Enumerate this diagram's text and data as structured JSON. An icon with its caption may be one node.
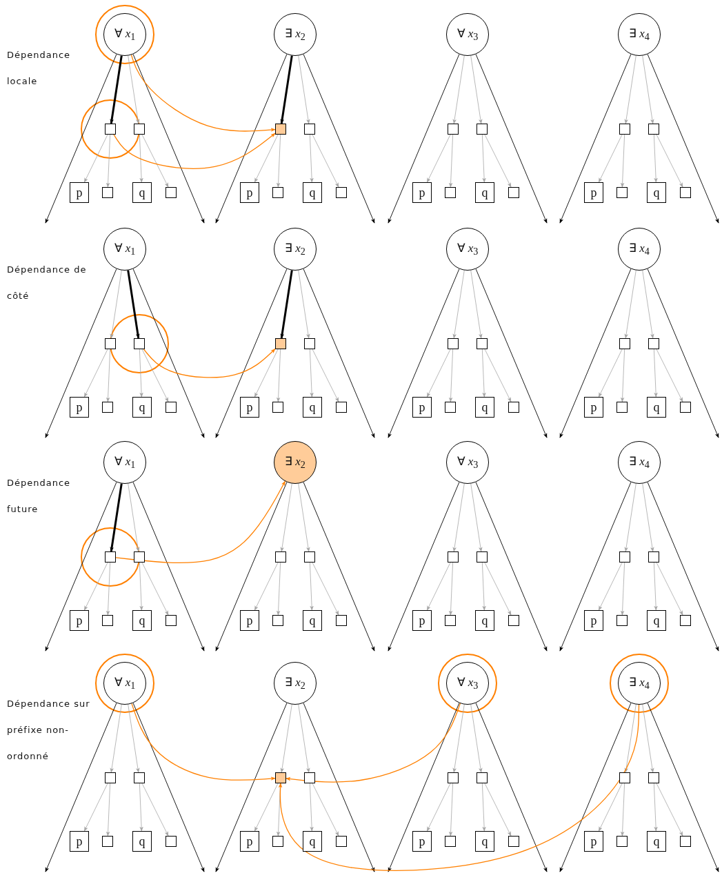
{
  "diagram": {
    "nodes": [
      {
        "text": [
          "∀ *x*$_{1}$"
        ]
      },
      {
        "text": [],
        "shape": "box"
      },
      {
        "text": [],
        "shape": "box"
      },
      {
        "text": [
          "p"
        ]
      },
      {
        "text": [],
        "shape": "box"
      },
      {
        "text": [
          "q"
        ]
      },
      {
        "text": [],
        "shape": "box"
      },
      {
        "text": [
          "∃ *x*$_{2}$"
        ]
      },
      {
        "text": [],
        "shape": "box"
      },
      {
        "text": [],
        "shape": "box"
      },
      {
        "text": [
          "p"
        ]
      },
      {
        "text": [],
        "shape": "box"
      },
      {
        "text": [
          "q"
        ]
      },
      {
        "text": [],
        "shape": "box"
      },
      {
        "text": [
          "∀ *x*$_{3}$"
        ]
      },
      {
        "text": [],
        "shape": "box"
      },
      {
        "text": [],
        "shape": "box"
      },
      {
        "text": [
          "p"
        ]
      },
      {
        "text": [],
        "shape": "box"
      },
      {
        "text": [
          "q"
        ]
      },
      {
        "text": [],
        "shape": "box"
      },
      {
        "text": [
          "∃ *x*$_{4}$"
        ]
      },
      {
        "text": [],
        "shape": "box"
      },
      {
        "text": [],
        "shape": "box"
      },
      {
        "text": [
          "p"
        ]
      },
      {
        "text": [],
        "shape": "box"
      },
      {
        "text": [
          "q"
        ]
      },
      {
        "text": [],
        "shape": "box"
      },
      {
        "text": [
          "∀ *x*$_{1}$"
        ]
      },
      {
        "text": [],
        "shape": "box"
      },
      {
        "text": [],
        "shape": "box"
      },
      {
        "text": [
          "p"
        ]
      },
      {
        "text": [],
        "shape": "box"
      },
      {
        "text": [
          "q"
        ]
      },
      {
        "text": [],
        "shape": "box"
      },
      {
        "text": [
          "∃ *x*$_{2}$"
        ]
      },
      {
        "text": [],
        "shape": "box"
      },
      {
        "text": [],
        "shape": "box"
      },
      {
        "text": [
          "p"
        ]
      },
      {
        "text": [],
        "shape": "box"
      },
      {
        "text": [
          "q"
        ]
      },
      {
        "text": [],
        "shape": "box"
      },
      {
        "text": [
          "∀ *x*$_{3}$"
        ]
      },
      {
        "text": [],
        "shape": "box"
      },
      {
        "text": [],
        "shape": "box"
      },
      {
        "text": [
          "p"
        ]
      },
      {
        "text": [],
        "shape": "box"
      },
      {
        "text": [
          "q"
        ]
      },
      {
        "text": [],
        "shape": "box"
      },
      {
        "text": [
          "∃ *x*$_{4}$"
        ]
      },
      {
        "text": [],
        "shape": "box"
      },
      {
        "text": [],
        "shape": "box"
      },
      {
        "text": [
          "p"
        ]
      },
      {
        "text": [],
        "shape": "box"
      },
      {
        "text": [
          "q"
        ]
      },
      {
        "text": [],
        "shape": "box"
      },
      {
        "text": [
          "∀ *x*$_{1}$"
        ]
      },
      {
        "text": [],
        "shape": "box"
      },
      {
        "text": [],
        "shape": "box"
      },
      {
        "text": [
          "p"
        ]
      },
      {
        "text": [],
        "shape": "box"
      },
      {
        "text": [
          "q"
        ]
      },
      {
        "text": [],
        "shape": "box"
      },
      {
        "text": [
          "∃ *x*$_{2}$"
        ]
      },
      {
        "text": [],
        "shape": "box"
      },
      {
        "text": [],
        "shape": "box"
      },
      {
        "text": [
          "p"
        ]
      },
      {
        "text": [],
        "shape": "box"
      },
      {
        "text": [
          "q"
        ]
      },
      {
        "text": [],
        "shape": "box"
      },
      {
        "text": [
          "∀ *x*$_{3}$"
        ]
      },
      {
        "text": [],
        "shape": "box"
      },
      {
        "text": [],
        "shape": "box"
      },
      {
        "text": [
          "p"
        ]
      },
      {
        "text": [],
        "shape": "box"
      },
      {
        "text": [
          "q"
        ]
      },
      {
        "text": [],
        "shape": "box"
      },
      {
        "text": [
          "∃ *x*$_{4}$"
        ]
      },
      {
        "text": [],
        "shape": "box"
      },
      {
        "text": [],
        "shape": "box"
      },
      {
        "text": [
          "p"
        ]
      },
      {
        "text": [],
        "shape": "box"
      },
      {
        "text": [
          "q"
        ]
      },
      {
        "text": [],
        "shape": "box"
      },
      {
        "text": [
          "∀ *x*$_{1}$"
        ]
      },
      {
        "text": [],
        "shape": "box"
      },
      {
        "text": [],
        "shape": "box"
      },
      {
        "text": [
          "p"
        ]
      },
      {
        "text": [],
        "shape": "box"
      },
      {
        "text": [
          "q"
        ]
      },
      {
        "text": [],
        "shape": "box"
      },
      {
        "text": [
          "∃ *x*$_{2}$"
        ]
      },
      {
        "text": [],
        "shape": "box"
      },
      {
        "text": [],
        "shape": "box"
      },
      {
        "text": [
          "p"
        ]
      },
      {
        "text": [],
        "shape": "box"
      },
      {
        "text": [
          "q"
        ]
      },
      {
        "text": [],
        "shape": "box"
      },
      {
        "text": [
          "∀ *x*$_{3}$"
        ]
      },
      {
        "text": [],
        "shape": "box"
      },
      {
        "text": [],
        "shape": "box"
      },
      {
        "text": [
          "p"
        ]
      },
      {
        "text": [],
        "shape": "box"
      },
      {
        "text": [
          "q"
        ]
      },
      {
        "text": [],
        "shape": "box"
      },
      {
        "text": [
          "∃ *x*$_{4}$"
        ]
      },
      {
        "text": [],
        "shape": "box"
      },
      {
        "text": [],
        "shape": "box"
      },
      {
        "text": [
          "p"
        ]
      },
      {
        "text": [],
        "shape": "box"
      },
      {
        "text": [
          "q"
        ]
      },
      {
        "text": [],
        "shape": "box"
      }
    ],
    "edges": [
      {
        "from": 0,
        "to": null,
        "arrow": "to",
        "color": "#000000"
      },
      {
        "from": 0,
        "to": null,
        "arrow": "to",
        "color": "#000000"
      },
      {
        "from": 0,
        "to": 1,
        "arrow": "to",
        "style": "thick",
        "color": "#000000"
      },
      {
        "from": 0,
        "to": 2,
        "arrow": "to"
      },
      {
        "from": 1,
        "to": 3,
        "arrow": "to"
      },
      {
        "from": 1,
        "to": 4,
        "arrow": "to"
      },
      {
        "from": 2,
        "to": 5,
        "arrow": "to"
      },
      {
        "from": 2,
        "to": 6,
        "arrow": "to"
      },
      {
        "from": 7,
        "to": null,
        "arrow": "to",
        "color": "#000000"
      },
      {
        "from": 7,
        "to": null,
        "arrow": "to",
        "color": "#000000"
      },
      {
        "from": 7,
        "to": 8,
        "arrow": "to",
        "style": "thick",
        "color": "#000000"
      },
      {
        "from": 7,
        "to": 9,
        "arrow": "to"
      },
      {
        "from": 8,
        "to": 10,
        "arrow": "to"
      },
      {
        "from": 8,
        "to": 11,
        "arrow": "to"
      },
      {
        "from": 9,
        "to": 12,
        "arrow": "to"
      },
      {
        "from": 9,
        "to": 13,
        "arrow": "to"
      },
      {
        "from": 14,
        "to": null,
        "arrow": "to",
        "color": "#000000"
      },
      {
        "from": 14,
        "to": null,
        "arrow": "to",
        "color": "#000000"
      },
      {
        "from": 14,
        "to": 15,
        "arrow": "to"
      },
      {
        "from": 14,
        "to": 16,
        "arrow": "to"
      },
      {
        "from": 15,
        "to": 17,
        "arrow": "to"
      },
      {
        "from": 15,
        "to": 18,
        "arrow": "to"
      },
      {
        "from": 16,
        "to": 19,
        "arrow": "to"
      },
      {
        "from": 16,
        "to": 20,
        "arrow": "to"
      },
      {
        "from": 21,
        "to": null,
        "arrow": "to",
        "color": "#000000"
      },
      {
        "from": 21,
        "to": null,
        "arrow": "to",
        "color": "#000000"
      },
      {
        "from": 21,
        "to": 22,
        "arrow": "to"
      },
      {
        "from": 21,
        "to": 23,
        "arrow": "to"
      },
      {
        "from": 22,
        "to": 24,
        "arrow": "to"
      },
      {
        "from": 22,
        "to": 25,
        "arrow": "to"
      },
      {
        "from": 23,
        "to": 26,
        "arrow": "to"
      },
      {
        "from": 23,
        "to": 27,
        "arrow": "to"
      },
      {
        "from": 28,
        "to": null,
        "arrow": "to",
        "color": "#000000"
      },
      {
        "from": 28,
        "to": null,
        "arrow": "to",
        "color": "#000000"
      },
      {
        "from": 28,
        "to": 29,
        "arrow": "to"
      },
      {
        "from": 28,
        "to": 30,
        "arrow": "to",
        "style": "thick",
        "color": "#000000"
      },
      {
        "from": 29,
        "to": 31,
        "arrow": "to"
      },
      {
        "from": 29,
        "to": 32,
        "arrow": "to"
      },
      {
        "from": 30,
        "to": 33,
        "arrow": "to"
      },
      {
        "from": 30,
        "to": 34,
        "arrow": "to"
      },
      {
        "from": 35,
        "to": null,
        "arrow": "to",
        "color": "#000000"
      },
      {
        "from": 35,
        "to": null,
        "arrow": "to",
        "color": "#000000"
      },
      {
        "from": 35,
        "to": 36,
        "arrow": "to",
        "style": "thick",
        "color": "#000000"
      },
      {
        "from": 35,
        "to": 37,
        "arrow": "to"
      },
      {
        "from": 36,
        "to": 38,
        "arrow": "to"
      },
      {
        "from": 36,
        "to": 39,
        "arrow": "to"
      },
      {
        "from": 37,
        "to": 40,
        "arrow": "to"
      },
      {
        "from": 37,
        "to": 41,
        "arrow": "to"
      },
      {
        "from": 42,
        "to": null,
        "arrow": "to",
        "color": "#000000"
      },
      {
        "from": 42,
        "to": null,
        "arrow": "to",
        "color": "#000000"
      },
      {
        "from": 42,
        "to": 43,
        "arrow": "to"
      },
      {
        "from": 42,
        "to": 44,
        "arrow": "to"
      },
      {
        "from": 43,
        "to": 45,
        "arrow": "to"
      },
      {
        "from": 43,
        "to": 46,
        "arrow": "to"
      },
      {
        "from": 44,
        "to": 47,
        "arrow": "to"
      },
      {
        "from": 44,
        "to": 48,
        "arrow": "to"
      },
      {
        "from": 49,
        "to": null,
        "arrow": "to",
        "color": "#000000"
      },
      {
        "from": 49,
        "to": null,
        "arrow": "to",
        "color": "#000000"
      },
      {
        "from": 49,
        "to": 50,
        "arrow": "to"
      },
      {
        "from": 49,
        "to": 51,
        "arrow": "to"
      },
      {
        "from": 50,
        "to": 52,
        "arrow": "to"
      },
      {
        "from": 50,
        "to": 53,
        "arrow": "to"
      },
      {
        "from": 51,
        "to": 54,
        "arrow": "to"
      },
      {
        "from": 51,
        "to": 55,
        "arrow": "to"
      },
      {
        "from": 56,
        "to": null,
        "arrow": "to",
        "color": "#000000"
      },
      {
        "from": 56,
        "to": null,
        "arrow": "to",
        "color": "#000000"
      },
      {
        "from": 56,
        "to": 57,
        "arrow": "to",
        "style": "thick",
        "color": "#000000"
      },
      {
        "from": 56,
        "to": 58,
        "arrow": "to"
      },
      {
        "from": 57,
        "to": 59,
        "arrow": "to"
      },
      {
        "from": 57,
        "to": 60,
        "arrow": "to"
      },
      {
        "from": 58,
        "to": 61,
        "arrow": "to"
      },
      {
        "from": 58,
        "to": 62,
        "arrow": "to"
      },
      {
        "from": 63,
        "to": null,
        "arrow": "to",
        "color": "#000000"
      },
      {
        "from": 63,
        "to": null,
        "arrow": "to",
        "color": "#000000"
      },
      {
        "from": 63,
        "to": 64,
        "arrow": "to"
      },
      {
        "from": 63,
        "to": 65,
        "arrow": "to"
      },
      {
        "from": 64,
        "to": 66,
        "arrow": "to"
      },
      {
        "from": 64,
        "to": 67,
        "arrow": "to"
      },
      {
        "from": 65,
        "to": 68,
        "arrow": "to"
      },
      {
        "from": 65,
        "to": 69,
        "arrow": "to"
      },
      {
        "from": 70,
        "to": null,
        "arrow": "to",
        "color": "#000000"
      },
      {
        "from": 70,
        "to": null,
        "arrow": "to",
        "color": "#000000"
      },
      {
        "from": 70,
        "to": 71,
        "arrow": "to"
      },
      {
        "from": 70,
        "to": 72,
        "arrow": "to"
      },
      {
        "from": 71,
        "to": 73,
        "arrow": "to"
      },
      {
        "from": 71,
        "to": 74,
        "arrow": "to"
      },
      {
        "from": 72,
        "to": 75,
        "arrow": "to"
      },
      {
        "from": 72,
        "to": 76,
        "arrow": "to"
      },
      {
        "from": 77,
        "to": null,
        "arrow": "to",
        "color": "#000000"
      },
      {
        "from": 77,
        "to": null,
        "arrow": "to",
        "color": "#000000"
      },
      {
        "from": 77,
        "to": 78,
        "arrow": "to"
      },
      {
        "from": 77,
        "to": 79,
        "arrow": "to"
      },
      {
        "from": 78,
        "to": 80,
        "arrow": "to"
      },
      {
        "from": 78,
        "to": 81,
        "arrow": "to"
      },
      {
        "from": 79,
        "to": 82,
        "arrow": "to"
      },
      {
        "from": 79,
        "to": 83,
        "arrow": "to"
      },
      {
        "from": 84,
        "to": null,
        "arrow": "to",
        "color": "#000000"
      },
      {
        "from": 84,
        "to": null,
        "arrow": "to",
        "color": "#000000"
      },
      {
        "from": 84,
        "to": 85,
        "arrow": "to"
      },
      {
        "from": 84,
        "to": 86,
        "arrow": "to"
      },
      {
        "from": 85,
        "to": 87,
        "arrow": "to"
      },
      {
        "from": 85,
        "to": 88,
        "arrow": "to"
      },
      {
        "from": 86,
        "to": 89,
        "arrow": "to"
      },
      {
        "from": 86,
        "to": 90,
        "arrow": "to"
      },
      {
        "from": 91,
        "to": null,
        "arrow": "to",
        "color": "#000000"
      },
      {
        "from": 91,
        "to": null,
        "arrow": "to",
        "color": "#000000"
      },
      {
        "from": 91,
        "to": 92,
        "arrow": "to"
      },
      {
        "from": 91,
        "to": 93,
        "arrow": "to"
      },
      {
        "from": 92,
        "to": 94,
        "arrow": "to"
      },
      {
        "from": 92,
        "to": 95,
        "arrow": "to"
      },
      {
        "from": 93,
        "to": 96,
        "arrow": "to"
      },
      {
        "from": 93,
        "to": 97,
        "arrow": "to"
      },
      {
        "from": 98,
        "to": null,
        "arrow": "to",
        "color": "#000000"
      },
      {
        "from": 98,
        "to": null,
        "arrow": "to",
        "color": "#000000"
      },
      {
        "from": 98,
        "to": 99,
        "arrow": "to"
      },
      {
        "from": 98,
        "to": 100,
        "arrow": "to"
      },
      {
        "from": 99,
        "to": 101,
        "arrow": "to"
      },
      {
        "from": 99,
        "to": 102,
        "arrow": "to"
      },
      {
        "from": 100,
        "to": 103,
        "arrow": "to"
      },
      {
        "from": 100,
        "to": 104,
        "arrow": "to"
      },
      {
        "from": 105,
        "to": null,
        "arrow": "to",
        "color": "#000000"
      },
      {
        "from": 105,
        "to": null,
        "arrow": "to",
        "color": "#000000"
      },
      {
        "from": 105,
        "to": 106,
        "arrow": "to"
      },
      {
        "from": 105,
        "to": 107,
        "arrow": "to"
      },
      {
        "from": 106,
        "to": 108,
        "arrow": "to"
      },
      {
        "from": 106,
        "to": 109,
        "arrow": "to"
      },
      {
        "from": 107,
        "to": 110,
        "arrow": "to"
      },
      {
        "from": 107,
        "to": 111,
        "arrow": "to"
      },
      {
        "from": 0,
        "to": 8,
        "arrow": "to",
        "color": "#ff8000"
      },
      {
        "from": 1,
        "to": 8,
        "arrow": "to",
        "color": "#ff8000"
      },
      {
        "from": 30,
        "to": 36,
        "arrow": "to",
        "color": "#ff8000"
      },
      {
        "from": 57,
        "to": 63,
        "arrow": "to",
        "color": "#ff8000"
      },
      {
        "from": 84,
        "to": 92,
        "arrow": "to",
        "color": "#ff8000"
      },
      {
        "from": 98,
        "to": 92,
        "arrow": "to",
        "color": "#ff8000"
      },
      {
        "from": 105,
        "to": 92,
        "arrow": "to",
        "color": "#ff8000"
      }
    ],
    "labels": [
      "Dépendance locale",
      "Dépendance de côté",
      "Dépendance future",
      "Dépendance sur préfixe non-ordonné"
    ]
  }
}
